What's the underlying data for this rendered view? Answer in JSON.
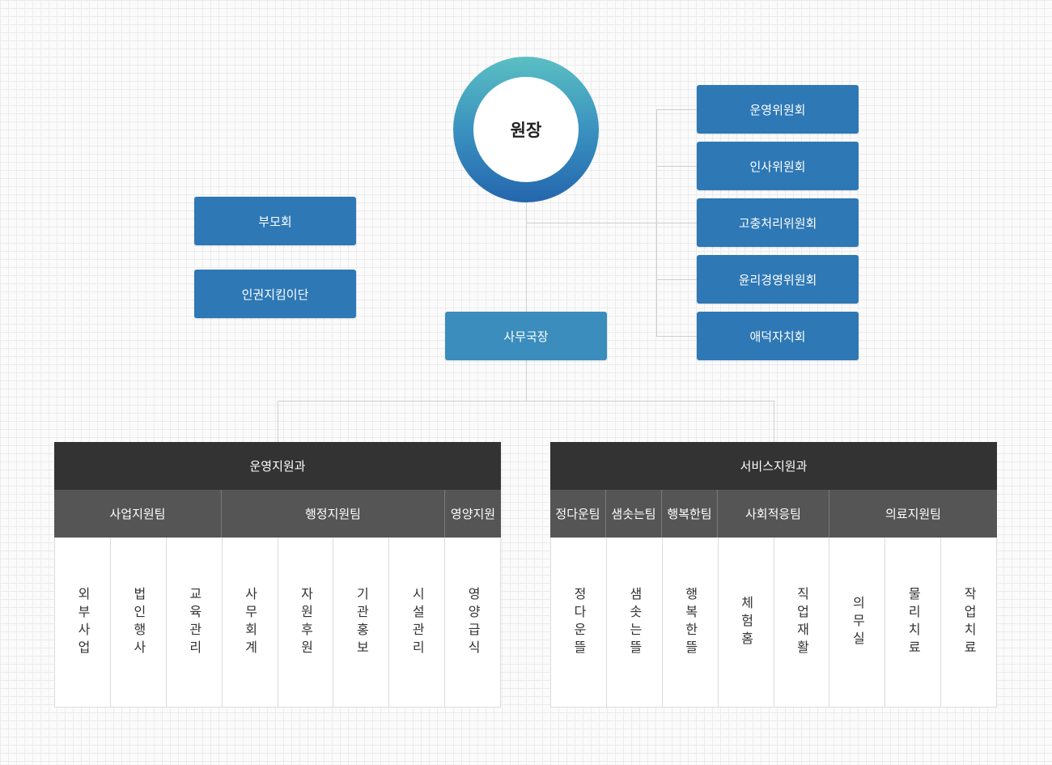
{
  "director": "원장",
  "committees": [
    "운영위원회",
    "인사위원회",
    "고충처리위원회",
    "윤리경영위원회",
    "애덕자치회"
  ],
  "side_groups": [
    "부모회",
    "인권지킴이단"
  ],
  "secretary_general": "사무국장",
  "departments": [
    {
      "name": "운영지원과",
      "teams": [
        {
          "name": "사업지원팀",
          "span": 3
        },
        {
          "name": "행정지원팀",
          "span": 4
        },
        {
          "name": "영양지원",
          "span": 1
        }
      ],
      "tasks": [
        "외부사업",
        "법인행사",
        "교육관리",
        "사무회계",
        "자원후원",
        "기관홍보",
        "시설관리",
        "영양급식"
      ]
    },
    {
      "name": "서비스지원과",
      "teams": [
        {
          "name": "정다운팀",
          "span": 1
        },
        {
          "name": "샘솟는팀",
          "span": 1
        },
        {
          "name": "행복한팀",
          "span": 1
        },
        {
          "name": "사회적응팀",
          "span": 2
        },
        {
          "name": "의료지원팀",
          "span": 3
        }
      ],
      "tasks": [
        "정다운뜰",
        "샘솟는뜰",
        "행복한뜰",
        "체험홈",
        "직업재활",
        "의무실",
        "물리치료",
        "작업치료"
      ]
    }
  ],
  "colors": {
    "box_blue": "#2e78b5",
    "secretary_blue": "#3a8dbd",
    "dept_head": "#333333",
    "team_row": "#555555",
    "circle_gradient": [
      "#5bbfc2",
      "#2466ad"
    ]
  }
}
